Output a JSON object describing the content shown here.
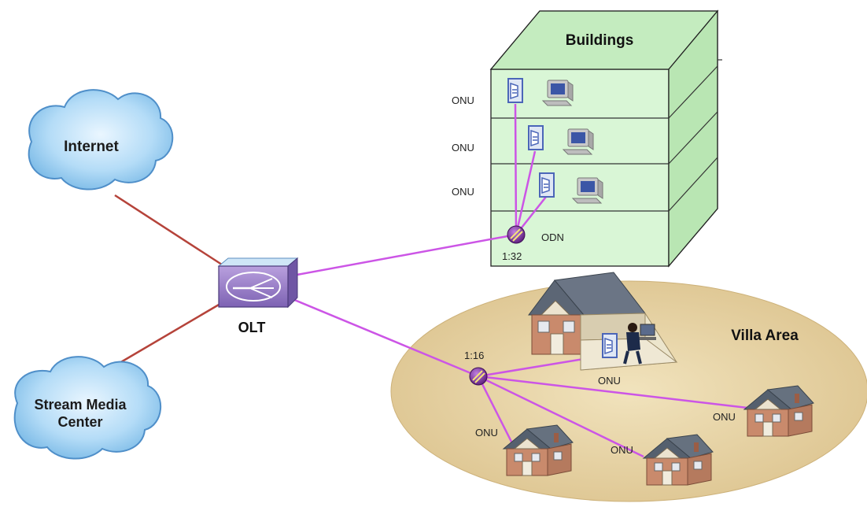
{
  "clouds": {
    "internet": "Internet",
    "stream_media_line1": "Stream Media",
    "stream_media_line2": "Center"
  },
  "olt": {
    "label": "OLT"
  },
  "building": {
    "title": "Buildings",
    "onu_labels": [
      "ONU",
      "ONU",
      "ONU"
    ],
    "odn_label": "ODN",
    "split_ratio": "1:32"
  },
  "villa": {
    "title": "Villa Area",
    "split_ratio": "1:16",
    "onu_labels": [
      "ONU",
      "ONU",
      "ONU",
      "ONU"
    ]
  },
  "colors": {
    "fiber": "#cc55e6",
    "copper": "#b5433a",
    "cloud_fill": "#a9d8f6",
    "building_fill": "#d7f5d4",
    "villa_area": "#e6d4a6"
  },
  "icons": [
    "cloud-icon",
    "olt-router-icon",
    "onu-device-icon",
    "computer-icon",
    "splitter-icon",
    "house-icon",
    "worker-icon"
  ]
}
